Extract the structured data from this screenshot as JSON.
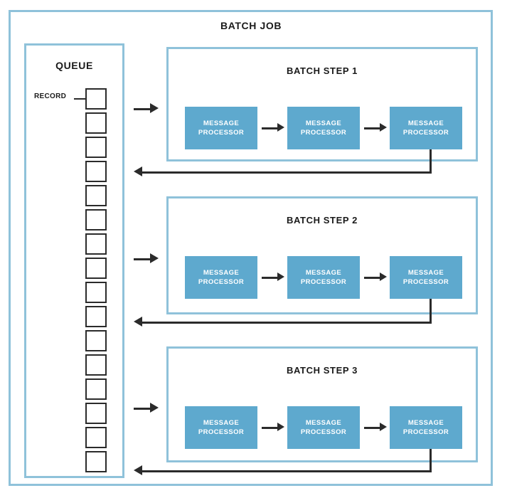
{
  "diagram": {
    "title": "BATCH JOB",
    "queue": {
      "title": "QUEUE",
      "record_label": "RECORD",
      "record_count": 16
    },
    "steps": [
      {
        "title": "BATCH STEP 1",
        "processors": [
          {
            "line1": "MESSAGE",
            "line2": "PROCESSOR"
          },
          {
            "line1": "MESSAGE",
            "line2": "PROCESSOR"
          },
          {
            "line1": "MESSAGE",
            "line2": "PROCESSOR"
          }
        ]
      },
      {
        "title": "BATCH STEP 2",
        "processors": [
          {
            "line1": "MESSAGE",
            "line2": "PROCESSOR"
          },
          {
            "line1": "MESSAGE",
            "line2": "PROCESSOR"
          },
          {
            "line1": "MESSAGE",
            "line2": "PROCESSOR"
          }
        ]
      },
      {
        "title": "BATCH STEP 3",
        "processors": [
          {
            "line1": "MESSAGE",
            "line2": "PROCESSOR"
          },
          {
            "line1": "MESSAGE",
            "line2": "PROCESSOR"
          },
          {
            "line1": "MESSAGE",
            "line2": "PROCESSOR"
          }
        ]
      }
    ],
    "colors": {
      "frame_border": "#8fc2da",
      "processor_fill": "#5ea9ce",
      "processor_text": "#ffffff",
      "arrow": "#2b2b2b",
      "record_outline": "#2b2b2b",
      "background": "#ffffff",
      "title_text": "#1a1a1a"
    }
  }
}
